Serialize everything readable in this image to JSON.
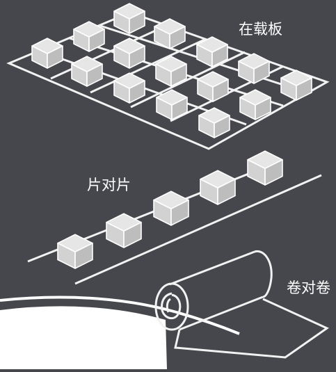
{
  "labels": {
    "carrier_board": "在载板",
    "chip_to_chip": "片对片",
    "roll_to_roll": "卷对卷"
  },
  "colors": {
    "background": "#45474c",
    "line": "#f2f2f2",
    "cube_top": "#e6e6e6",
    "cube_left": "#d2d2d2",
    "cube_right": "#bdbdbd",
    "arc": "#ffffff"
  }
}
